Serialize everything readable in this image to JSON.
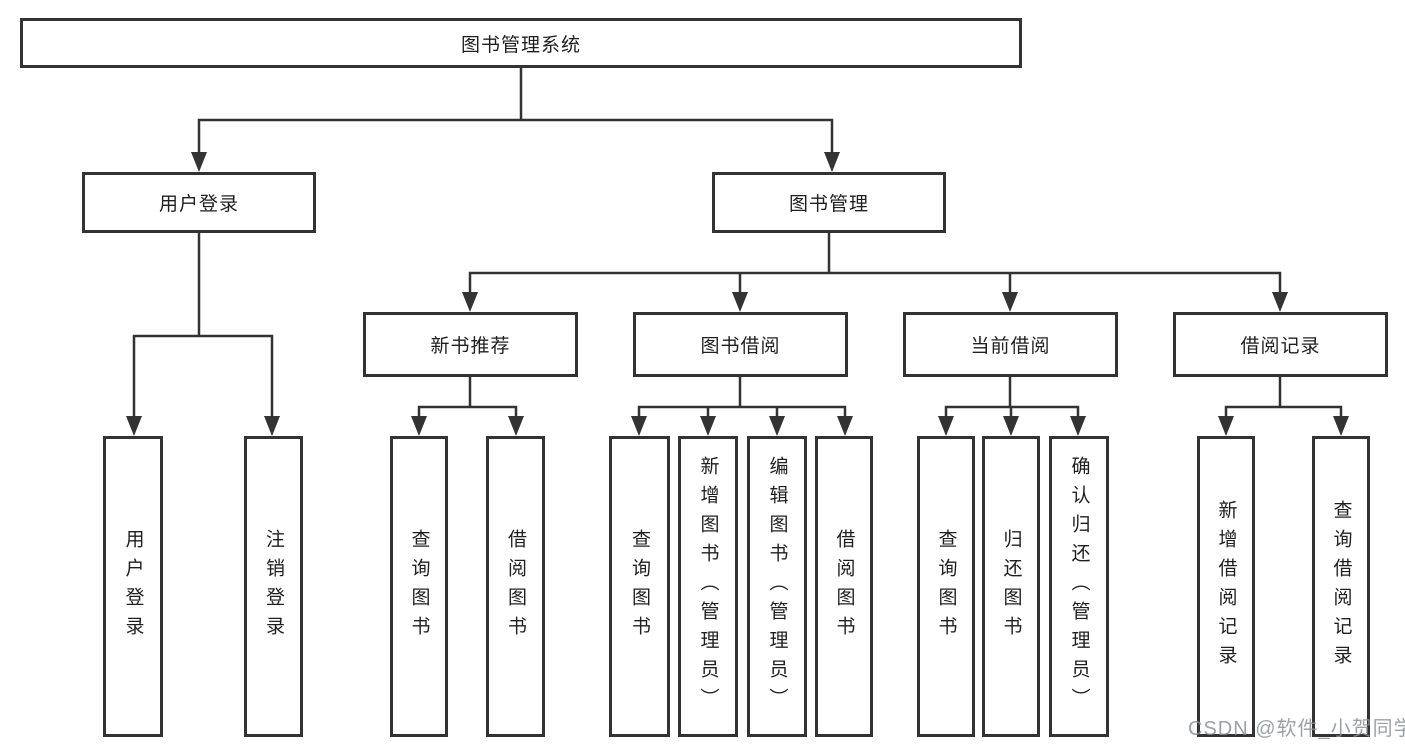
{
  "diagram": {
    "root": {
      "label": "图书管理系统"
    },
    "level2": [
      {
        "label": "用户登录"
      },
      {
        "label": "图书管理"
      }
    ],
    "level3": [
      {
        "label": "新书推荐"
      },
      {
        "label": "图书借阅"
      },
      {
        "label": "当前借阅"
      },
      {
        "label": "借阅记录"
      }
    ],
    "leaves": [
      {
        "label": "用户登录"
      },
      {
        "label": "注销登录"
      },
      {
        "label": "查询图书"
      },
      {
        "label": "借阅图书"
      },
      {
        "label": "查询图书"
      },
      {
        "label": "新增图书（管理员）"
      },
      {
        "label": "编辑图书（管理员）"
      },
      {
        "label": "借阅图书"
      },
      {
        "label": "查询图书"
      },
      {
        "label": "归还图书"
      },
      {
        "label": "确认归还（管理员）"
      },
      {
        "label": "新增借阅记录"
      },
      {
        "label": "查询借阅记录"
      }
    ],
    "colors": {
      "line": "#333333",
      "text": "#1f1f1f",
      "watermark": "#8c9196"
    },
    "watermark": {
      "text": "CSDN @软件_小贺同学"
    }
  }
}
